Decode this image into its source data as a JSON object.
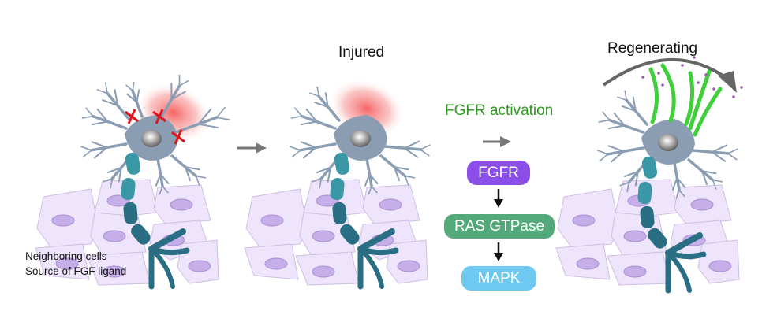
{
  "stages": [
    {
      "id": "intact",
      "title": ""
    },
    {
      "id": "injured",
      "title": "Injured"
    },
    {
      "id": "regenerating",
      "title": "Regenerating"
    }
  ],
  "annotation": {
    "line1": "Neighboring cells",
    "line2": "Source of FGF ligand"
  },
  "pathway": {
    "header": "FGFR activation",
    "steps": [
      {
        "label": "FGFR",
        "color": "#8b4ee8"
      },
      {
        "label": "RAS GTPase",
        "color": "#53a97a"
      },
      {
        "label": "MAPK",
        "color": "#6ec8ef"
      }
    ]
  },
  "colors": {
    "neuron": "#8a9db3",
    "axon_light": "#3a97a5",
    "axon_dark": "#2a6e84",
    "cell_fill": "#eee4fb",
    "cell_nucleus": "#c6aee8",
    "injury_glow": "#f24a4a",
    "cut_mark": "#e0141b",
    "regrowth": "#3fcf3a",
    "arrow": "#777777"
  },
  "icons": {
    "stage_arrow": "right-arrow-icon",
    "cut_mark": "x-mark-icon",
    "cycle_arrow": "curved-arrow-icon"
  }
}
